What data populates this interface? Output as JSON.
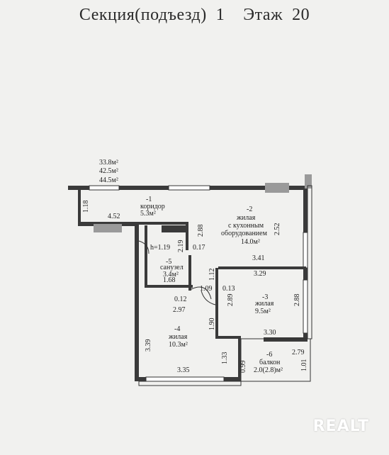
{
  "header": {
    "section_label": "Секция(подъезд)",
    "section": "1",
    "floor_label": "Этаж",
    "floor": "20"
  },
  "totals": {
    "a": "33.8м²",
    "b": "42.5м²",
    "c": "44.5м²"
  },
  "rooms": {
    "r1": {
      "num": "-1",
      "name": "коридор",
      "area": "5.3м²"
    },
    "r2": {
      "num": "-2",
      "name": "жилая",
      "name2": "с кухонным",
      "name3": "оборудованием",
      "area": "14.0м²"
    },
    "r3": {
      "num": "-3",
      "name": "жилая",
      "area": "9.5м²"
    },
    "r4": {
      "num": "-4",
      "name": "жилая",
      "area": "10.3м²"
    },
    "r5": {
      "num": "-5",
      "name": "санузел",
      "area": "3.4м²"
    },
    "r6": {
      "num": "-6",
      "name": "балкон",
      "area": "2.0(2.8)м²"
    }
  },
  "dims": {
    "d118": "1.18",
    "d452": "4.52",
    "d219": "2.19",
    "d288a": "2.88",
    "h": "h=1.19",
    "d017": "0.17",
    "d252": "2.52",
    "d341": "3.41",
    "d112": "1.12",
    "d329": "3.29",
    "d168": "1.68",
    "d109": "1.09",
    "d013": "0.13",
    "d012": "0.12",
    "d297": "2.97",
    "d289": "2.89",
    "d288b": "2.88",
    "d190": "1.90",
    "d330": "3.30",
    "d339": "3.39",
    "d133": "1.33",
    "d279": "2.79",
    "d099": "0.99",
    "d101": "1.01",
    "d335": "3.35"
  },
  "watermark": "REALT"
}
